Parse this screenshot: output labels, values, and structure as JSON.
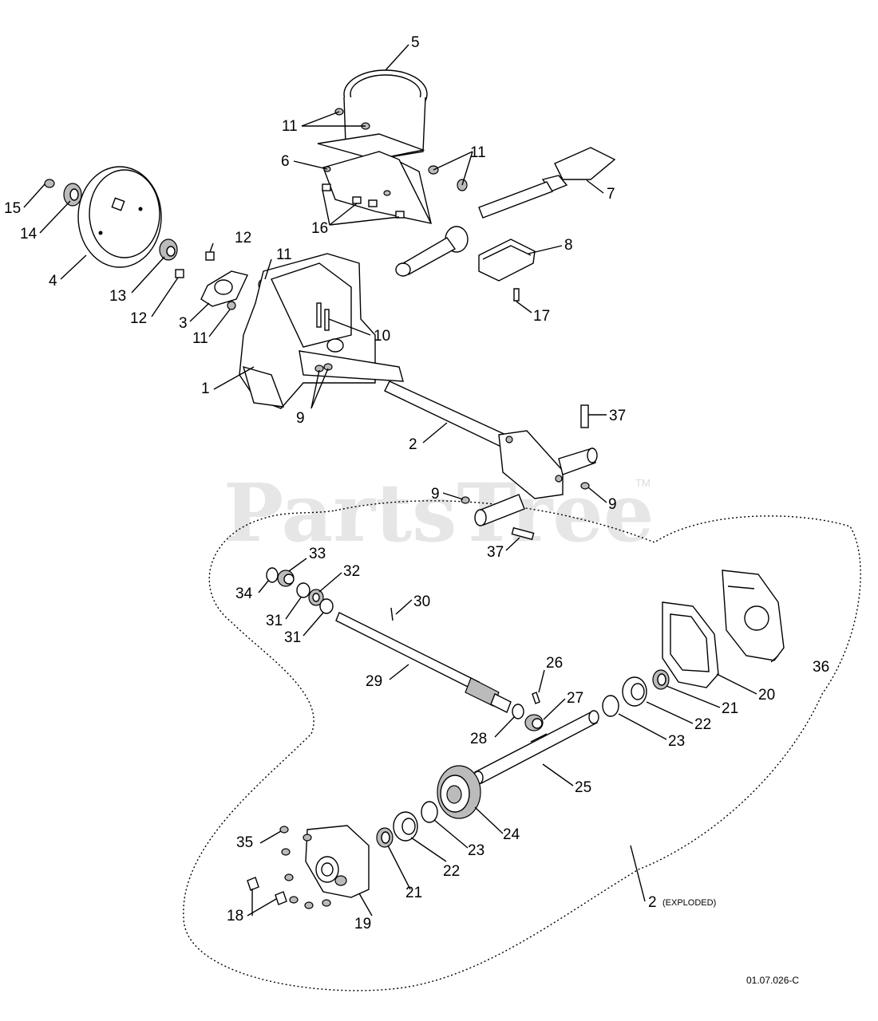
{
  "watermark": {
    "text": "PartsTree",
    "trademark": "TM"
  },
  "figure_code": "01.07.026-C",
  "exploded_label": {
    "number": "2",
    "note": "(EXPLODED)"
  },
  "callouts": [
    {
      "text": "1"
    },
    {
      "text": "2"
    },
    {
      "text": "3"
    },
    {
      "text": "4"
    },
    {
      "text": "5"
    },
    {
      "text": "6"
    },
    {
      "text": "7"
    },
    {
      "text": "8"
    },
    {
      "text": "9"
    },
    {
      "text": "9"
    },
    {
      "text": "9"
    },
    {
      "text": "10"
    },
    {
      "text": "11"
    },
    {
      "text": "11"
    },
    {
      "text": "11"
    },
    {
      "text": "11"
    },
    {
      "text": "12"
    },
    {
      "text": "12"
    },
    {
      "text": "13"
    },
    {
      "text": "14"
    },
    {
      "text": "15"
    },
    {
      "text": "16"
    },
    {
      "text": "17"
    },
    {
      "text": "37"
    },
    {
      "text": "37"
    },
    {
      "text": "34"
    },
    {
      "text": "33"
    },
    {
      "text": "32"
    },
    {
      "text": "31"
    },
    {
      "text": "31"
    },
    {
      "text": "30"
    },
    {
      "text": "29"
    },
    {
      "text": "26"
    },
    {
      "text": "27"
    },
    {
      "text": "28"
    },
    {
      "text": "20"
    },
    {
      "text": "21"
    },
    {
      "text": "36"
    },
    {
      "text": "22"
    },
    {
      "text": "23"
    },
    {
      "text": "25"
    },
    {
      "text": "24"
    },
    {
      "text": "23"
    },
    {
      "text": "22"
    },
    {
      "text": "21"
    },
    {
      "text": "35"
    },
    {
      "text": "18"
    },
    {
      "text": "19"
    }
  ]
}
